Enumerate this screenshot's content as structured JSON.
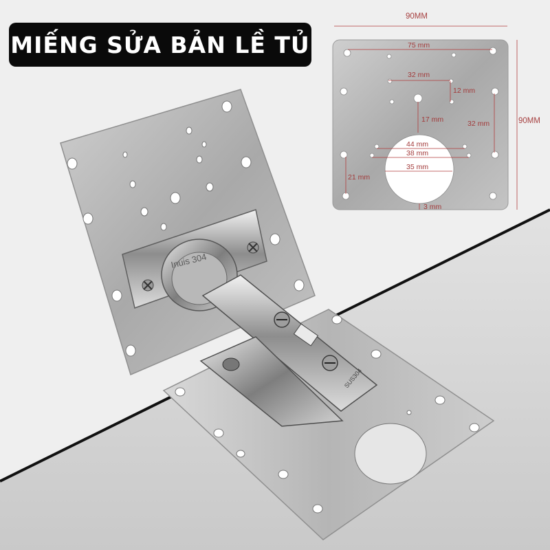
{
  "title": "MIẾNG SỬA BẢN LỀ TỦ",
  "hinge_engraving": "Inuis 304",
  "hinge_stamp": "SUS304",
  "dimensions": {
    "outer_width": "90MM",
    "outer_height": "90MM",
    "hole_span": "75 mm",
    "top_spacing": "32 mm",
    "top_offset": "12 mm",
    "side_spacing": "32 mm",
    "center_drop": "17 mm",
    "slot_44": "44 mm",
    "slot_38": "38 mm",
    "circle_diameter": "35 mm",
    "bottom_holes": "21 mm",
    "edge_gap": "3 mm"
  },
  "colors": {
    "badge_bg": "#0a0a0a",
    "badge_text": "#ffffff",
    "dimension_red": "#a23a3a",
    "steel": "#b9b9b9"
  }
}
